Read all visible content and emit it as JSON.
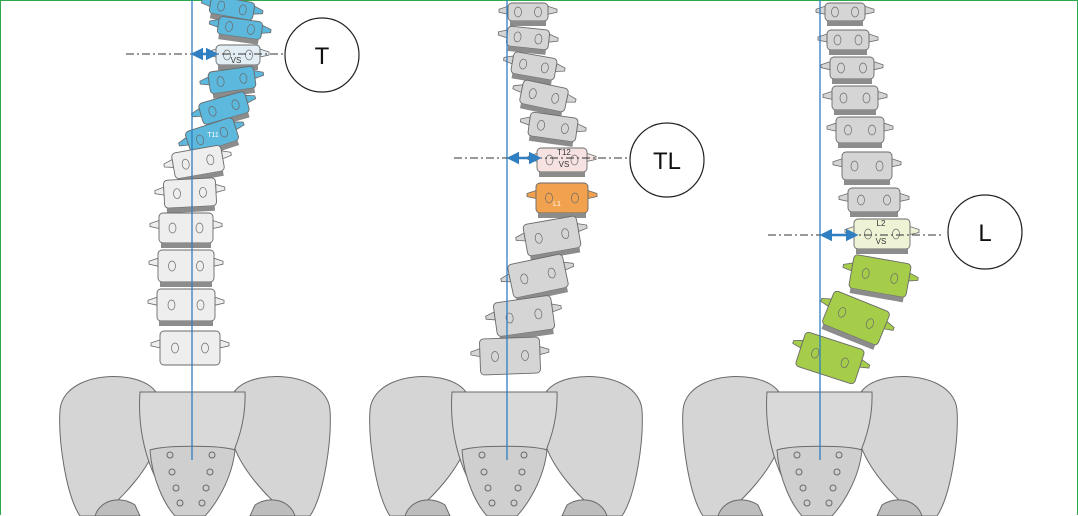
{
  "panels": [
    {
      "id": "thoracic",
      "circle_label": "T",
      "vertebra_labels": [
        "VS",
        "T11"
      ],
      "highlight_color": "#5cb8dc",
      "vs_color": "#e3eef4"
    },
    {
      "id": "thoracolumbar",
      "circle_label": "TL",
      "vertebra_labels": [
        "T12",
        "VS",
        "L1"
      ],
      "highlight_color": "#f2a24e",
      "vs_color": "#f7e2e2"
    },
    {
      "id": "lumbar",
      "circle_label": "L",
      "vertebra_labels": [
        "L2",
        "VS"
      ],
      "highlight_color": "#a5cd4a",
      "vs_color": "#eef3d6"
    }
  ],
  "colors": {
    "bone": "#d5d5d5",
    "bone_light": "#eeeeee",
    "outline": "#6a6a6a",
    "disc": "#8c8c8c",
    "plumb_line": "#2f7fc1",
    "arrow": "#2f7fc1",
    "frame": "#2ea84a"
  }
}
